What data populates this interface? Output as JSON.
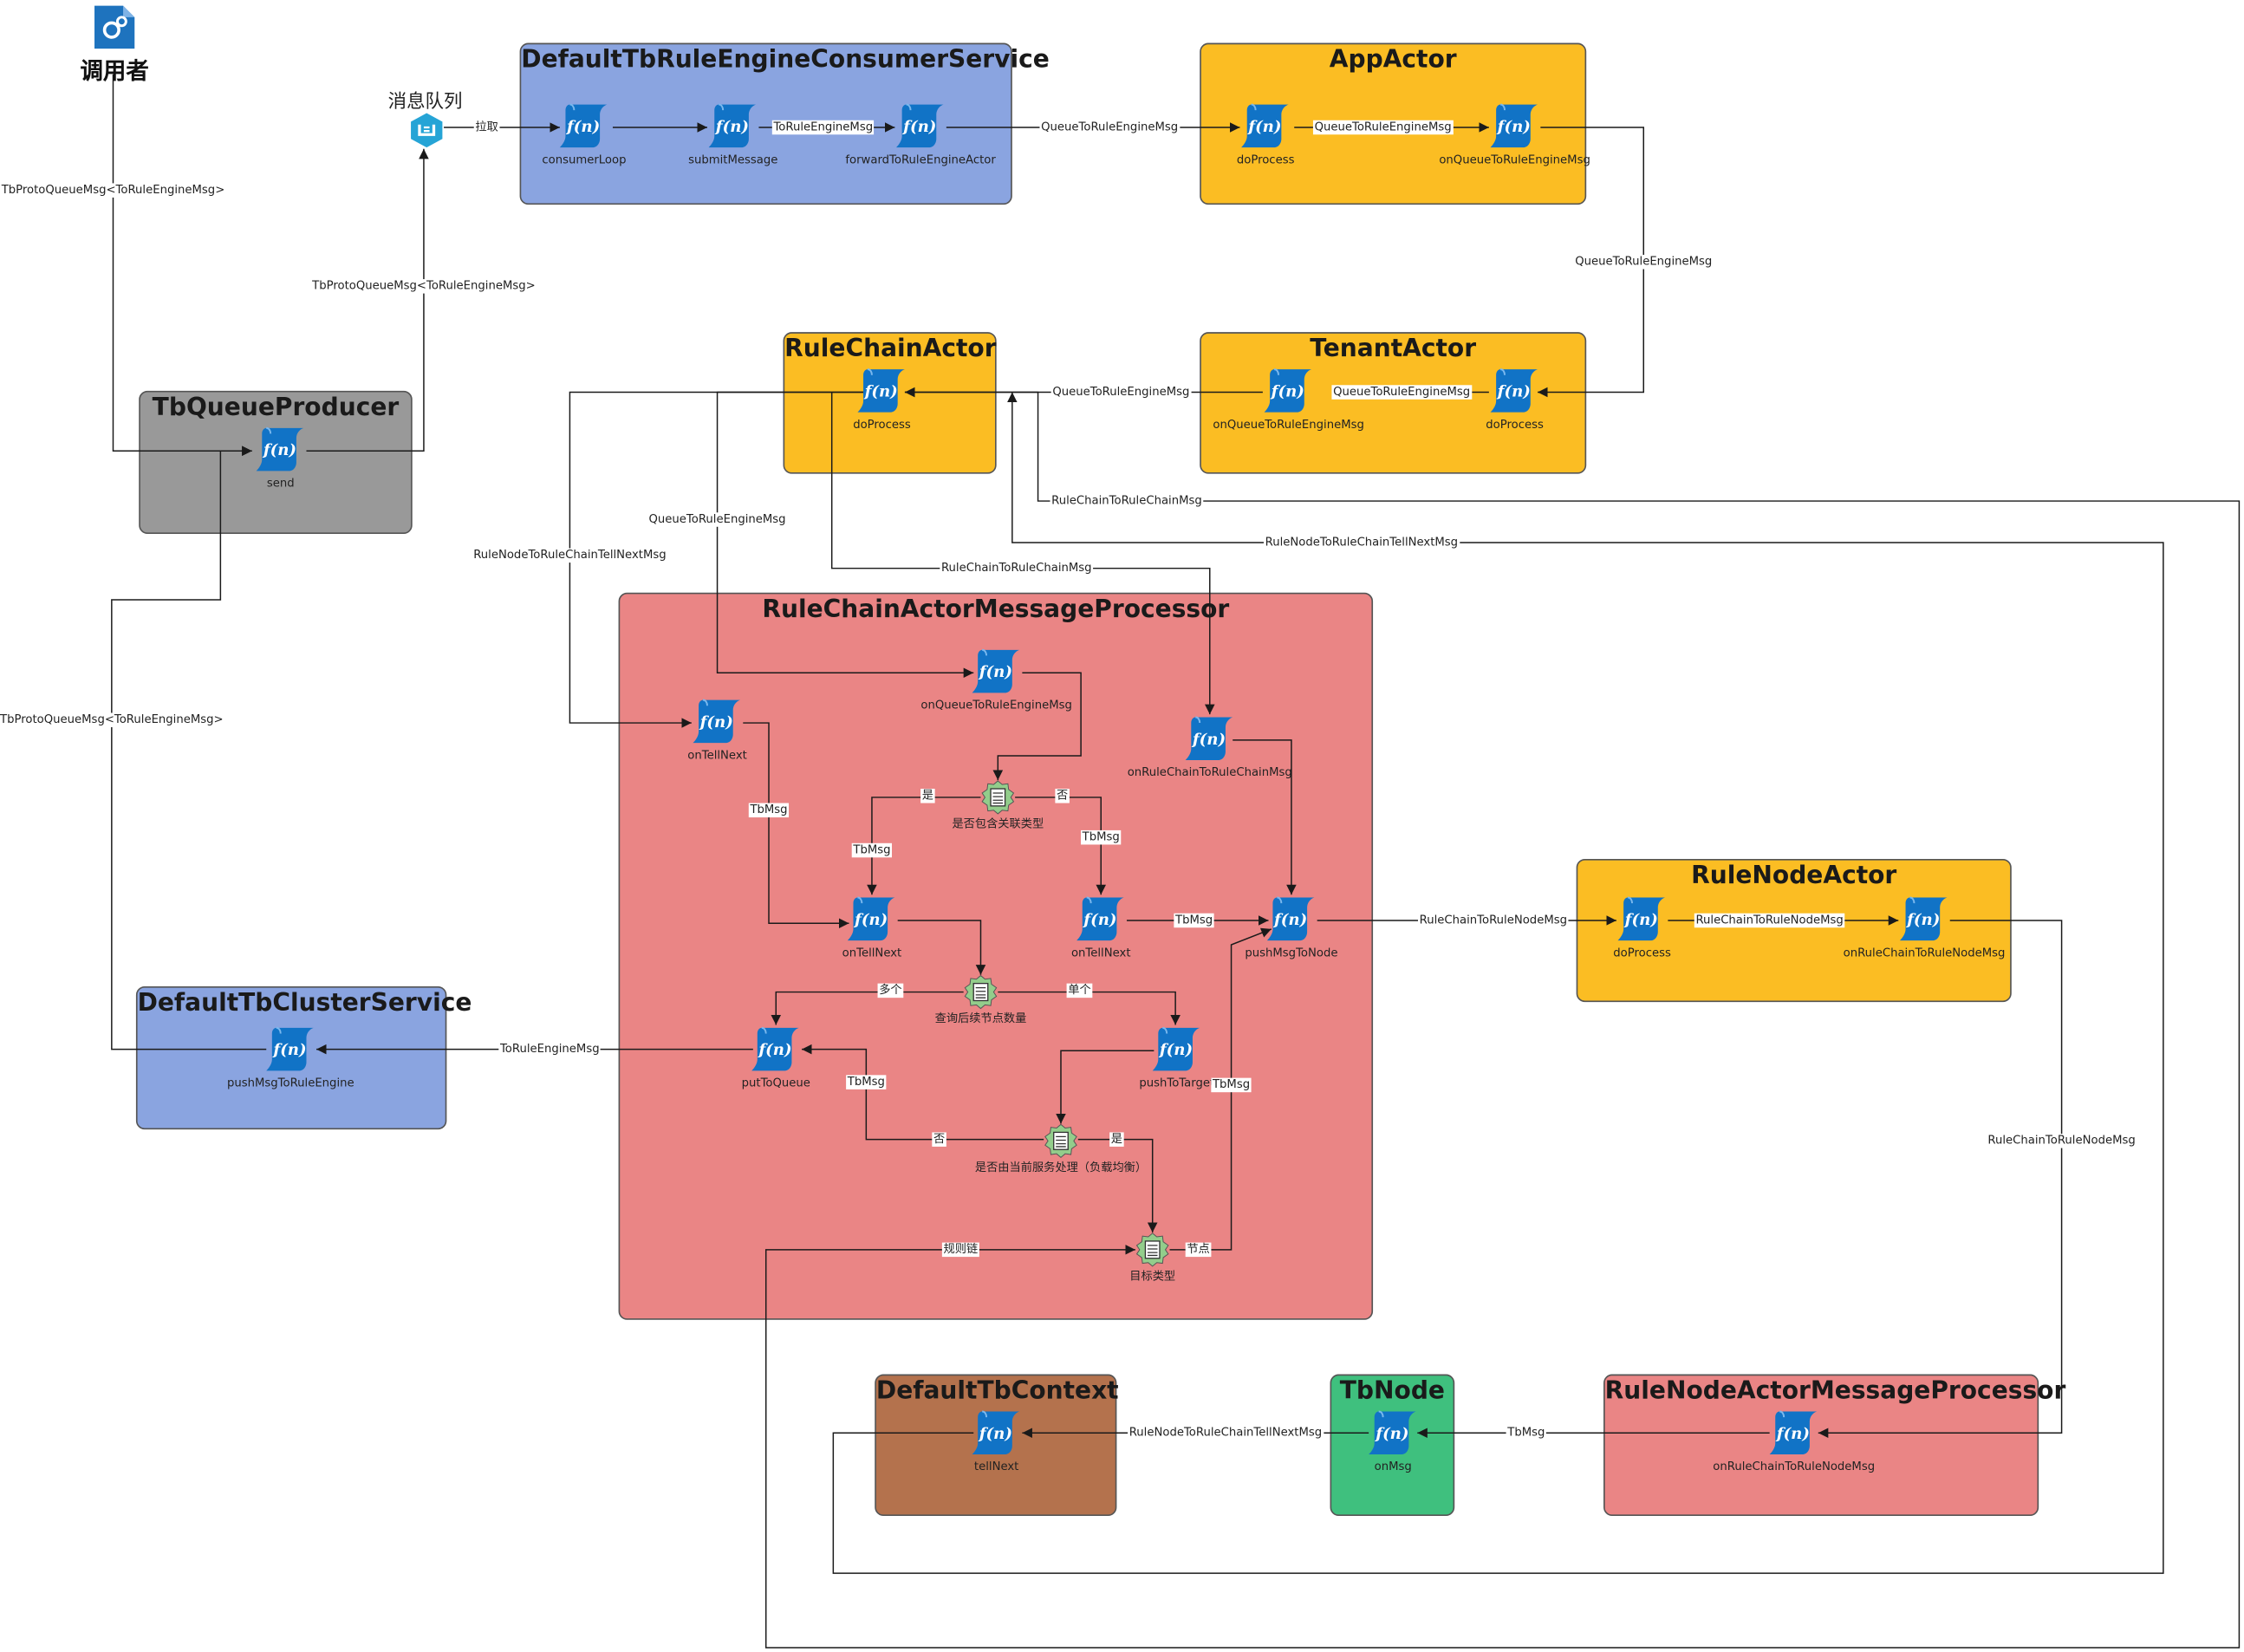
{
  "caller": {
    "label": "调用者",
    "icon": "gear-document-icon"
  },
  "queue": {
    "label": "消息队列",
    "icon": "message-queue-icon"
  },
  "colors": {
    "blue_box": "#8aa4e0",
    "orange_box": "#fbbd23",
    "gray_box": "#999999",
    "red_box": "#ea8585",
    "brown_box": "#b4724d",
    "green_box": "#3fc07e",
    "function_icon": "#1173c6",
    "decision_icon": "#93cd8b",
    "line": "#1a1a1a"
  },
  "boxes": {
    "consumer": {
      "title": "DefaultTbRuleEngineConsumerService"
    },
    "app_actor": {
      "title": "AppActor"
    },
    "tenant_actor": {
      "title": "TenantActor"
    },
    "rule_chain_actor": {
      "title": "RuleChainActor"
    },
    "producer": {
      "title": "TbQueueProducer"
    },
    "processor": {
      "title": "RuleChainActorMessageProcessor"
    },
    "rule_node_actor": {
      "title": "RuleNodeActor"
    },
    "cluster": {
      "title": "DefaultTbClusterService"
    },
    "context": {
      "title": "DefaultTbContext"
    },
    "tbnode": {
      "title": "TbNode"
    },
    "node_processor": {
      "title": "RuleNodeActorMessageProcessor"
    }
  },
  "functions": {
    "consumer_loop": "consumerLoop",
    "submit_message": "submitMessage",
    "forward_to_rule_engine_actor": "forwardToRuleEngineActor",
    "app_do_process": "doProcess",
    "app_on_queue": "onQueueToRuleEngineMsg",
    "tenant_on_queue": "onQueueToRuleEngineMsg",
    "tenant_do_process": "doProcess",
    "chain_do_process": "doProcess",
    "producer_send": "send",
    "proc_on_queue": "onQueueToRuleEngineMsg",
    "proc_on_tell_next_top": "onTellNext",
    "proc_on_rule_chain": "onRuleChainToRuleChainMsg",
    "proc_on_tell_next_left": "onTellNext",
    "proc_on_tell_next_right": "onTellNext",
    "proc_push_msg_to_node": "pushMsgToNode",
    "proc_put_to_queue": "putToQueue",
    "proc_push_to_target": "pushToTarget",
    "node_actor_do_process": "doProcess",
    "node_actor_on_rule_chain": "onRuleChainToRuleNodeMsg",
    "cluster_push": "pushMsgToRuleEngine",
    "context_tell_next": "tellNext",
    "tbnode_on_msg": "onMsg",
    "node_proc_on_rule_chain": "onRuleChainToRuleNodeMsg"
  },
  "decisions": {
    "contains_relation": "是否包含关联类型",
    "query_next_count": "查询后续节点数量",
    "handled_by_current": "是否由当前服务处理（负载均衡）",
    "target_type": "目标类型"
  },
  "edge_labels": {
    "pull": "拉取",
    "to_rule_engine_msg_1": "ToRuleEngineMsg",
    "queue_to_rule_engine_msg_1": "QueueToRuleEngineMsg",
    "queue_to_rule_engine_msg_2": "QueueToRuleEngineMsg",
    "queue_to_rule_engine_msg_3": "QueueToRuleEngineMsg",
    "queue_to_rule_engine_msg_4": "QueueToRuleEngineMsg",
    "queue_to_rule_engine_msg_5": "QueueToRuleEngineMsg",
    "queue_to_rule_engine_msg_6": "QueueToRuleEngineMsg",
    "tbproto_caller": "TbProtoQueueMsg<ToRuleEngineMsg>",
    "tbproto_producer": "TbProtoQueueMsg<ToRuleEngineMsg>",
    "tbproto_cluster": "TbProtoQueueMsg<ToRuleEngineMsg>",
    "rule_chain_to_rule_chain_1": "RuleChainToRuleChainMsg",
    "rule_chain_to_rule_chain_2": "RuleChainToRuleChainMsg",
    "rule_node_to_rule_chain_tell_next_1": "RuleNodeToRuleChainTellNextMsg",
    "rule_node_to_rule_chain_tell_next_2": "RuleNodeToRuleChainTellNextMsg",
    "rule_node_to_rule_chain_tell_next_3": "RuleNodeToRuleChainTellNextMsg",
    "yes_1": "是",
    "no_1": "否",
    "tbmsg_1": "TbMsg",
    "tbmsg_2": "TbMsg",
    "tbmsg_3": "TbMsg",
    "tbmsg_4": "TbMsg",
    "tbmsg_5": "TbMsg",
    "tbmsg_6": "TbMsg",
    "tbmsg_7": "TbMsg",
    "multiple": "多个",
    "single": "单个",
    "to_rule_engine_msg_2": "ToRuleEngineMsg",
    "no_2": "否",
    "yes_2": "是",
    "rule_chain_target": "规则链",
    "node_target": "节点",
    "rule_chain_to_rule_node_1": "RuleChainToRuleNodeMsg",
    "rule_chain_to_rule_node_2": "RuleChainToRuleNodeMsg",
    "rule_chain_to_rule_node_3": "RuleChainToRuleNodeMsg"
  }
}
